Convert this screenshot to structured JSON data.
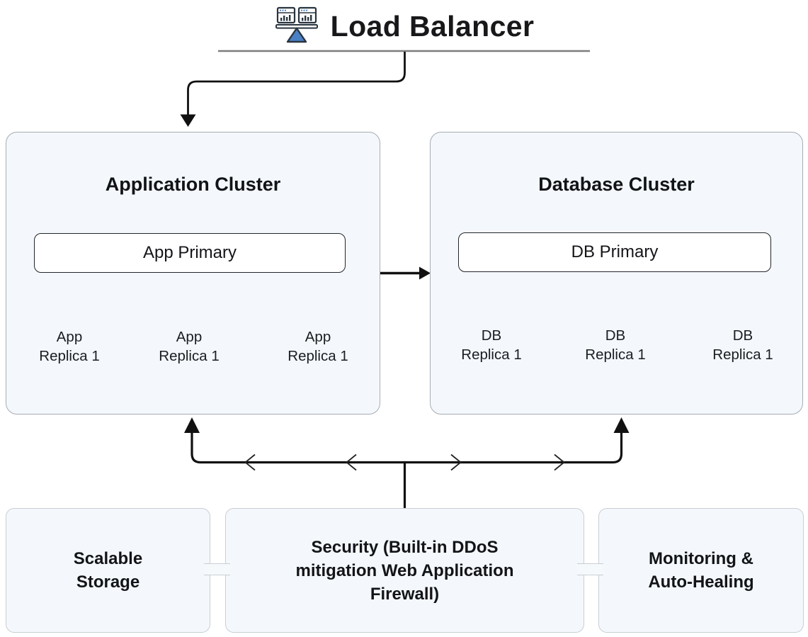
{
  "header": {
    "title": "Load Balancer",
    "icon": "load-balancer-scale-icon"
  },
  "clusters": {
    "app": {
      "title": "Application Cluster",
      "primary": "App Primary",
      "replicas": [
        [
          "App",
          "Replica 1"
        ],
        [
          "App",
          "Replica 1"
        ],
        [
          "App",
          "Replica 1"
        ]
      ]
    },
    "db": {
      "title": "Database Cluster",
      "primary": "DB Primary",
      "replicas": [
        [
          "DB",
          "Replica 1"
        ],
        [
          "DB",
          "Replica 1"
        ],
        [
          "DB",
          "Replica 1"
        ]
      ]
    }
  },
  "services": [
    {
      "label": [
        "Scalable",
        "Storage"
      ]
    },
    {
      "label": [
        "Security (Built-in DDoS",
        "mitigation Web Application",
        "Firewall)"
      ]
    },
    {
      "label": [
        "Monitoring &",
        "Auto-Healing"
      ]
    }
  ],
  "colors": {
    "icon_accent_blue": "#4a80c4",
    "icon_outline": "#2a3540",
    "panel_fill": "#f4f8fc",
    "panel_border": "#a6acb3",
    "service_border": "#c9ced4",
    "thick_line": "#111111",
    "thin_line": "#8a8a8a",
    "underline": "#7d7d7d",
    "text": "#16181b"
  }
}
